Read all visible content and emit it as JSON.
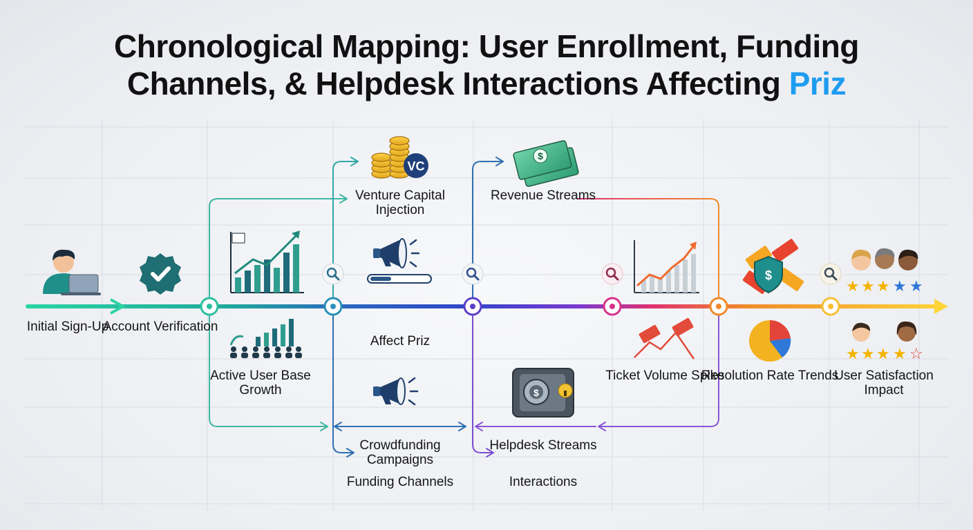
{
  "title": {
    "line1": "Chronological Mapping: User Enrollment, Funding",
    "line2_main": "Channels, & Helpdesk Interactions Affecting ",
    "line2_accent": "Priz",
    "accent_color": "#1e9cf0"
  },
  "stages": {
    "initial_signup": "Initial Sign-Up",
    "account_verification": "Account Verification",
    "active_user_growth": "Active User Base Growth",
    "venture_capital": "Venture Capital Injection",
    "affect_priz": "Affect Priz",
    "crowdfunding": "Crowdfunding Campaigns",
    "funding_channels": "Funding Channels",
    "revenue_streams": "Revenue Streams",
    "helpdesk_streams": "Helpdesk Streams",
    "interactions": "Interactions",
    "ticket_volume": "Ticket Volume Spike",
    "resolution_rate": "Resolution Rate Trends",
    "user_satisfaction": "User Satisfaction Impact"
  },
  "icons": {
    "vc_badge": "VC",
    "dollar": "$"
  },
  "colors": {
    "timeline_start": "#2bd4a4",
    "timeline_blue": "#3046c8",
    "timeline_purple": "#7a3ad0",
    "timeline_pink": "#e0306f",
    "timeline_orange": "#f08a2a",
    "timeline_end": "#ffd53a",
    "teal_connector": "#3fb6a3",
    "blue_connector": "#2f6fb0",
    "purple_connector": "#7b4fd0",
    "orange_connector": "#ef8f3a"
  },
  "ratings": {
    "top_stars": 5,
    "bottom_stars": 4
  }
}
